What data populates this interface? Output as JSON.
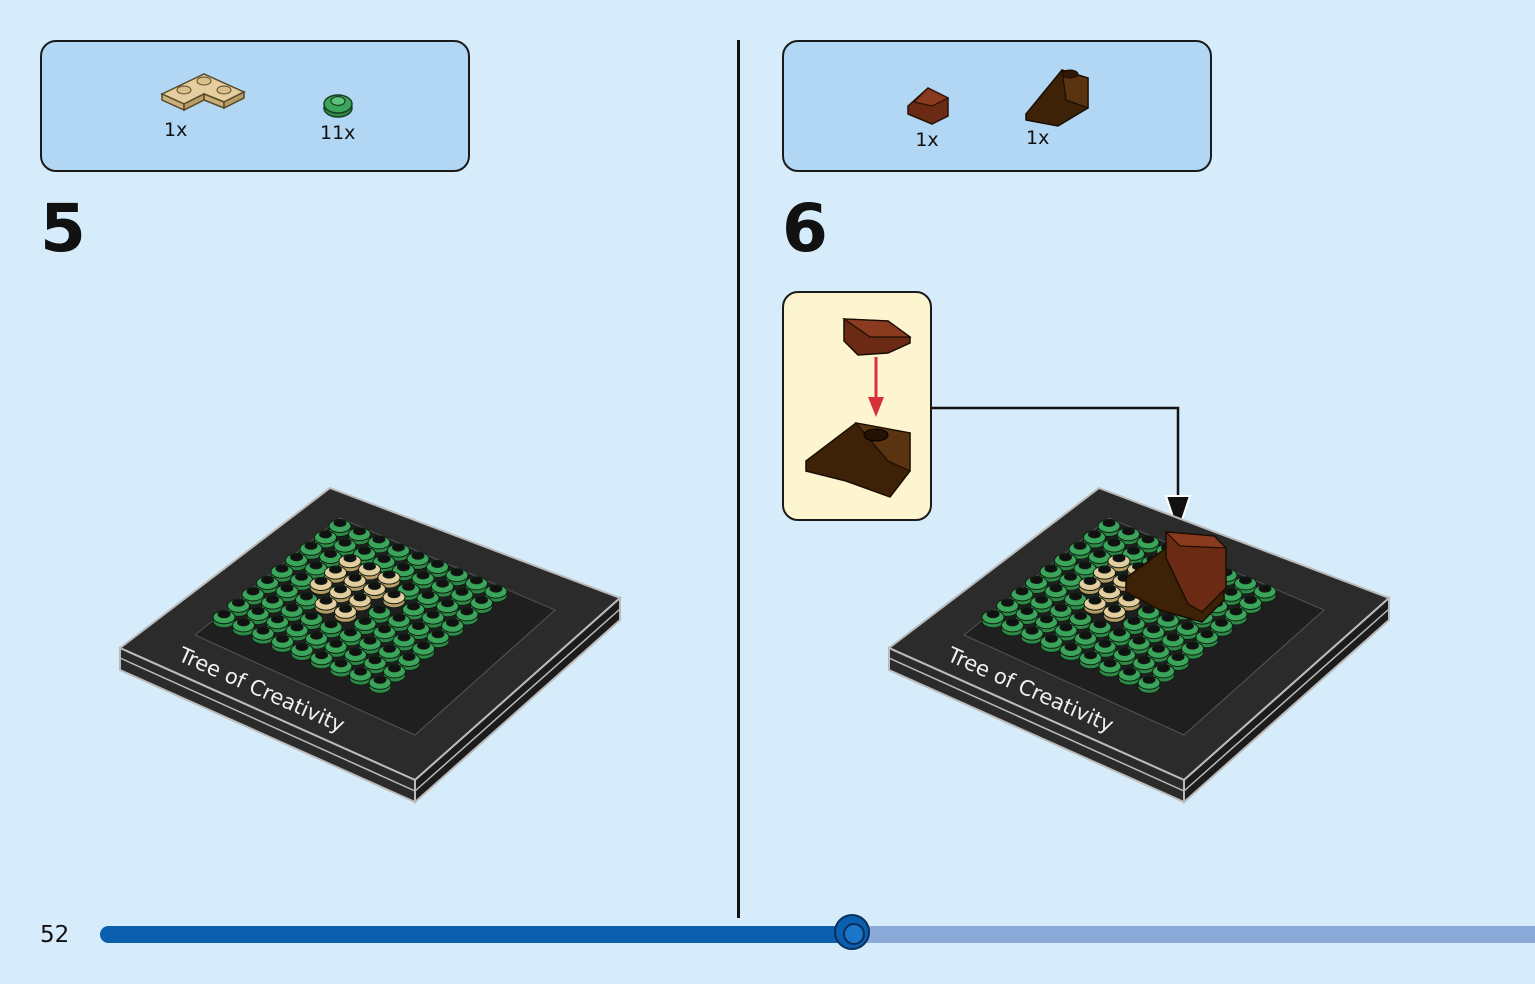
{
  "page": {
    "number": "52"
  },
  "progress": {
    "fraction": 0.524
  },
  "steps": [
    {
      "number": "5",
      "parts": [
        {
          "icon": "tan-corner-plate-icon",
          "qty": "1x",
          "color": "#e4cd9e"
        },
        {
          "icon": "green-round-plate-icon",
          "qty": "11x",
          "color": "#3aa55b"
        }
      ]
    },
    {
      "number": "6",
      "parts": [
        {
          "icon": "reddish-brown-slope-icon",
          "qty": "1x",
          "color": "#6b2a14"
        },
        {
          "icon": "dark-brown-slope-icon",
          "qty": "1x",
          "color": "#3e2208"
        }
      ]
    }
  ],
  "base_label": "Tree of Creativity",
  "colors": {
    "background": "#d6ecfa",
    "parts_box": "#b1d7f4",
    "callout": "#fdf5cf",
    "baseplate": "#2b2b2b",
    "green": "#3aa55b",
    "tan": "#e4cd9e",
    "progress": "#0c5fae",
    "progress_track": "#8aa9d8"
  }
}
